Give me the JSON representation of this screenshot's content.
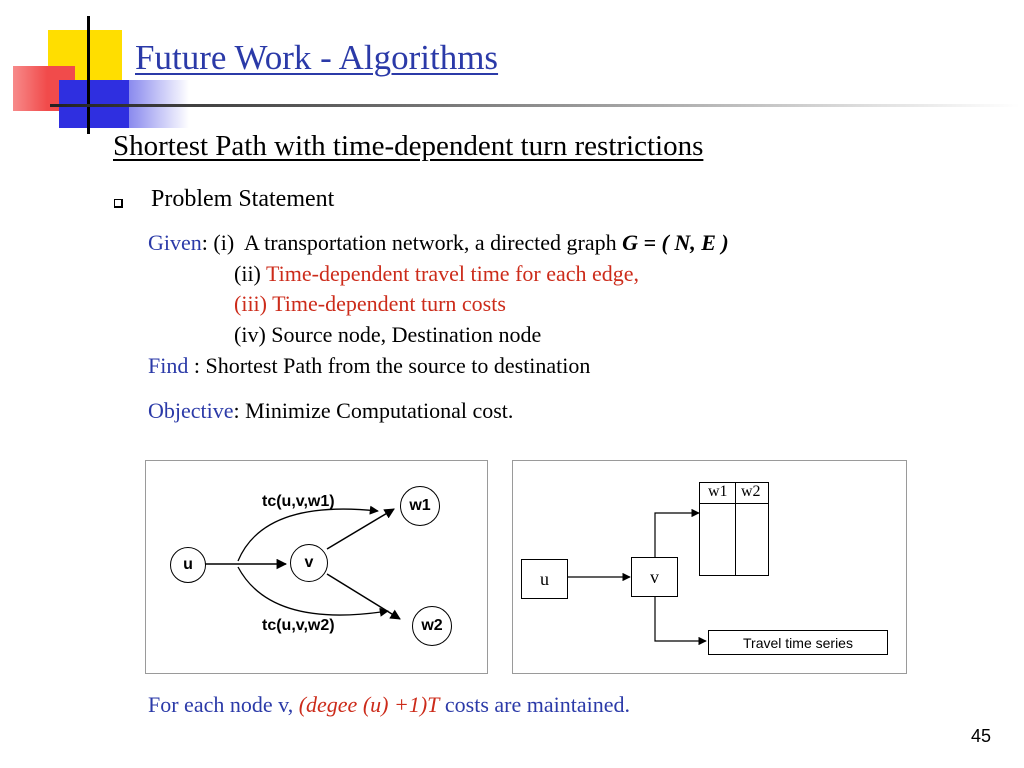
{
  "colors": {
    "yellow_block": "#ffde00",
    "red_block": "#f14b4b",
    "blue_block": "#2f2fe0",
    "accent_blue": "#2b3aa8",
    "accent_red": "#cc2b1a"
  },
  "slide": {
    "title": "Future Work - Algorithms",
    "subtitle": "Shortest Path with time-dependent turn restrictions",
    "bullet": "Problem Statement",
    "given_label": "Given",
    "given_colon": ":",
    "given_i_num": "(i)",
    "given_i_text": "A transportation network,  a directed graph",
    "given_i_math": "G = ( N, E )",
    "given_ii_num": "(ii)",
    "given_ii_text": "Time-dependent travel time for each edge,",
    "given_iii": "(iii) Time-dependent turn costs",
    "given_iv": "(iv) Source node, Destination node",
    "find_label": "Find",
    "find_text": " : Shortest Path from the source to destination",
    "objective_label": "Objective",
    "objective_text": ": Minimize Computational cost.",
    "footer_pre": "For each node v,",
    "footer_math": "(degee (u) +1)T",
    "footer_post": "costs are maintained.",
    "page_number": "45"
  },
  "diagram_left": {
    "node_u": "u",
    "node_v": "v",
    "node_w1": "w1",
    "node_w2": "w2",
    "label_top": "tc(u,v,w1)",
    "label_bottom": "tc(u,v,w2)"
  },
  "diagram_right": {
    "node_u": "u",
    "node_v": "v",
    "col_w1": "w1",
    "col_w2": "w2",
    "series_label": "Travel time series"
  }
}
